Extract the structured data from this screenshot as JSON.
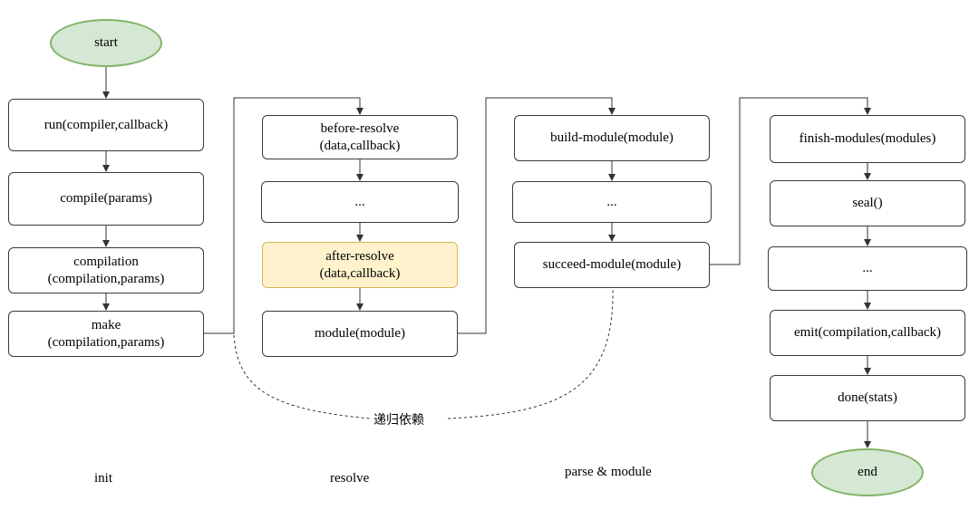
{
  "nodes": {
    "start": "start",
    "run": "run(compiler,callback)",
    "compile": "compile(params)",
    "compilation": "compilation\n(compilation,params)",
    "make": "make\n(compilation,params)",
    "before_resolve": "before-resolve\n(data,callback)",
    "resolve_ellipsis": "...",
    "after_resolve": "after-resolve\n(data,callback)",
    "module": "module(module)",
    "build_module": "build-module(module)",
    "build_ellipsis": "...",
    "succeed_module": "succeed-module(module)",
    "finish_modules": "finish-modules(modules)",
    "seal": "seal()",
    "seal_ellipsis": "...",
    "emit": "emit(compilation,callback)",
    "done": "done(stats)",
    "end": "end"
  },
  "recursion_note": "递归依赖",
  "phases": {
    "init": "init",
    "resolve": "resolve",
    "parse_module": "parse & module"
  },
  "colors": {
    "terminal_fill": "#d5e8d4",
    "terminal_stroke": "#82b366",
    "highlight_fill": "#fff2cc",
    "highlight_stroke": "#d6b656",
    "line": "#333333"
  }
}
